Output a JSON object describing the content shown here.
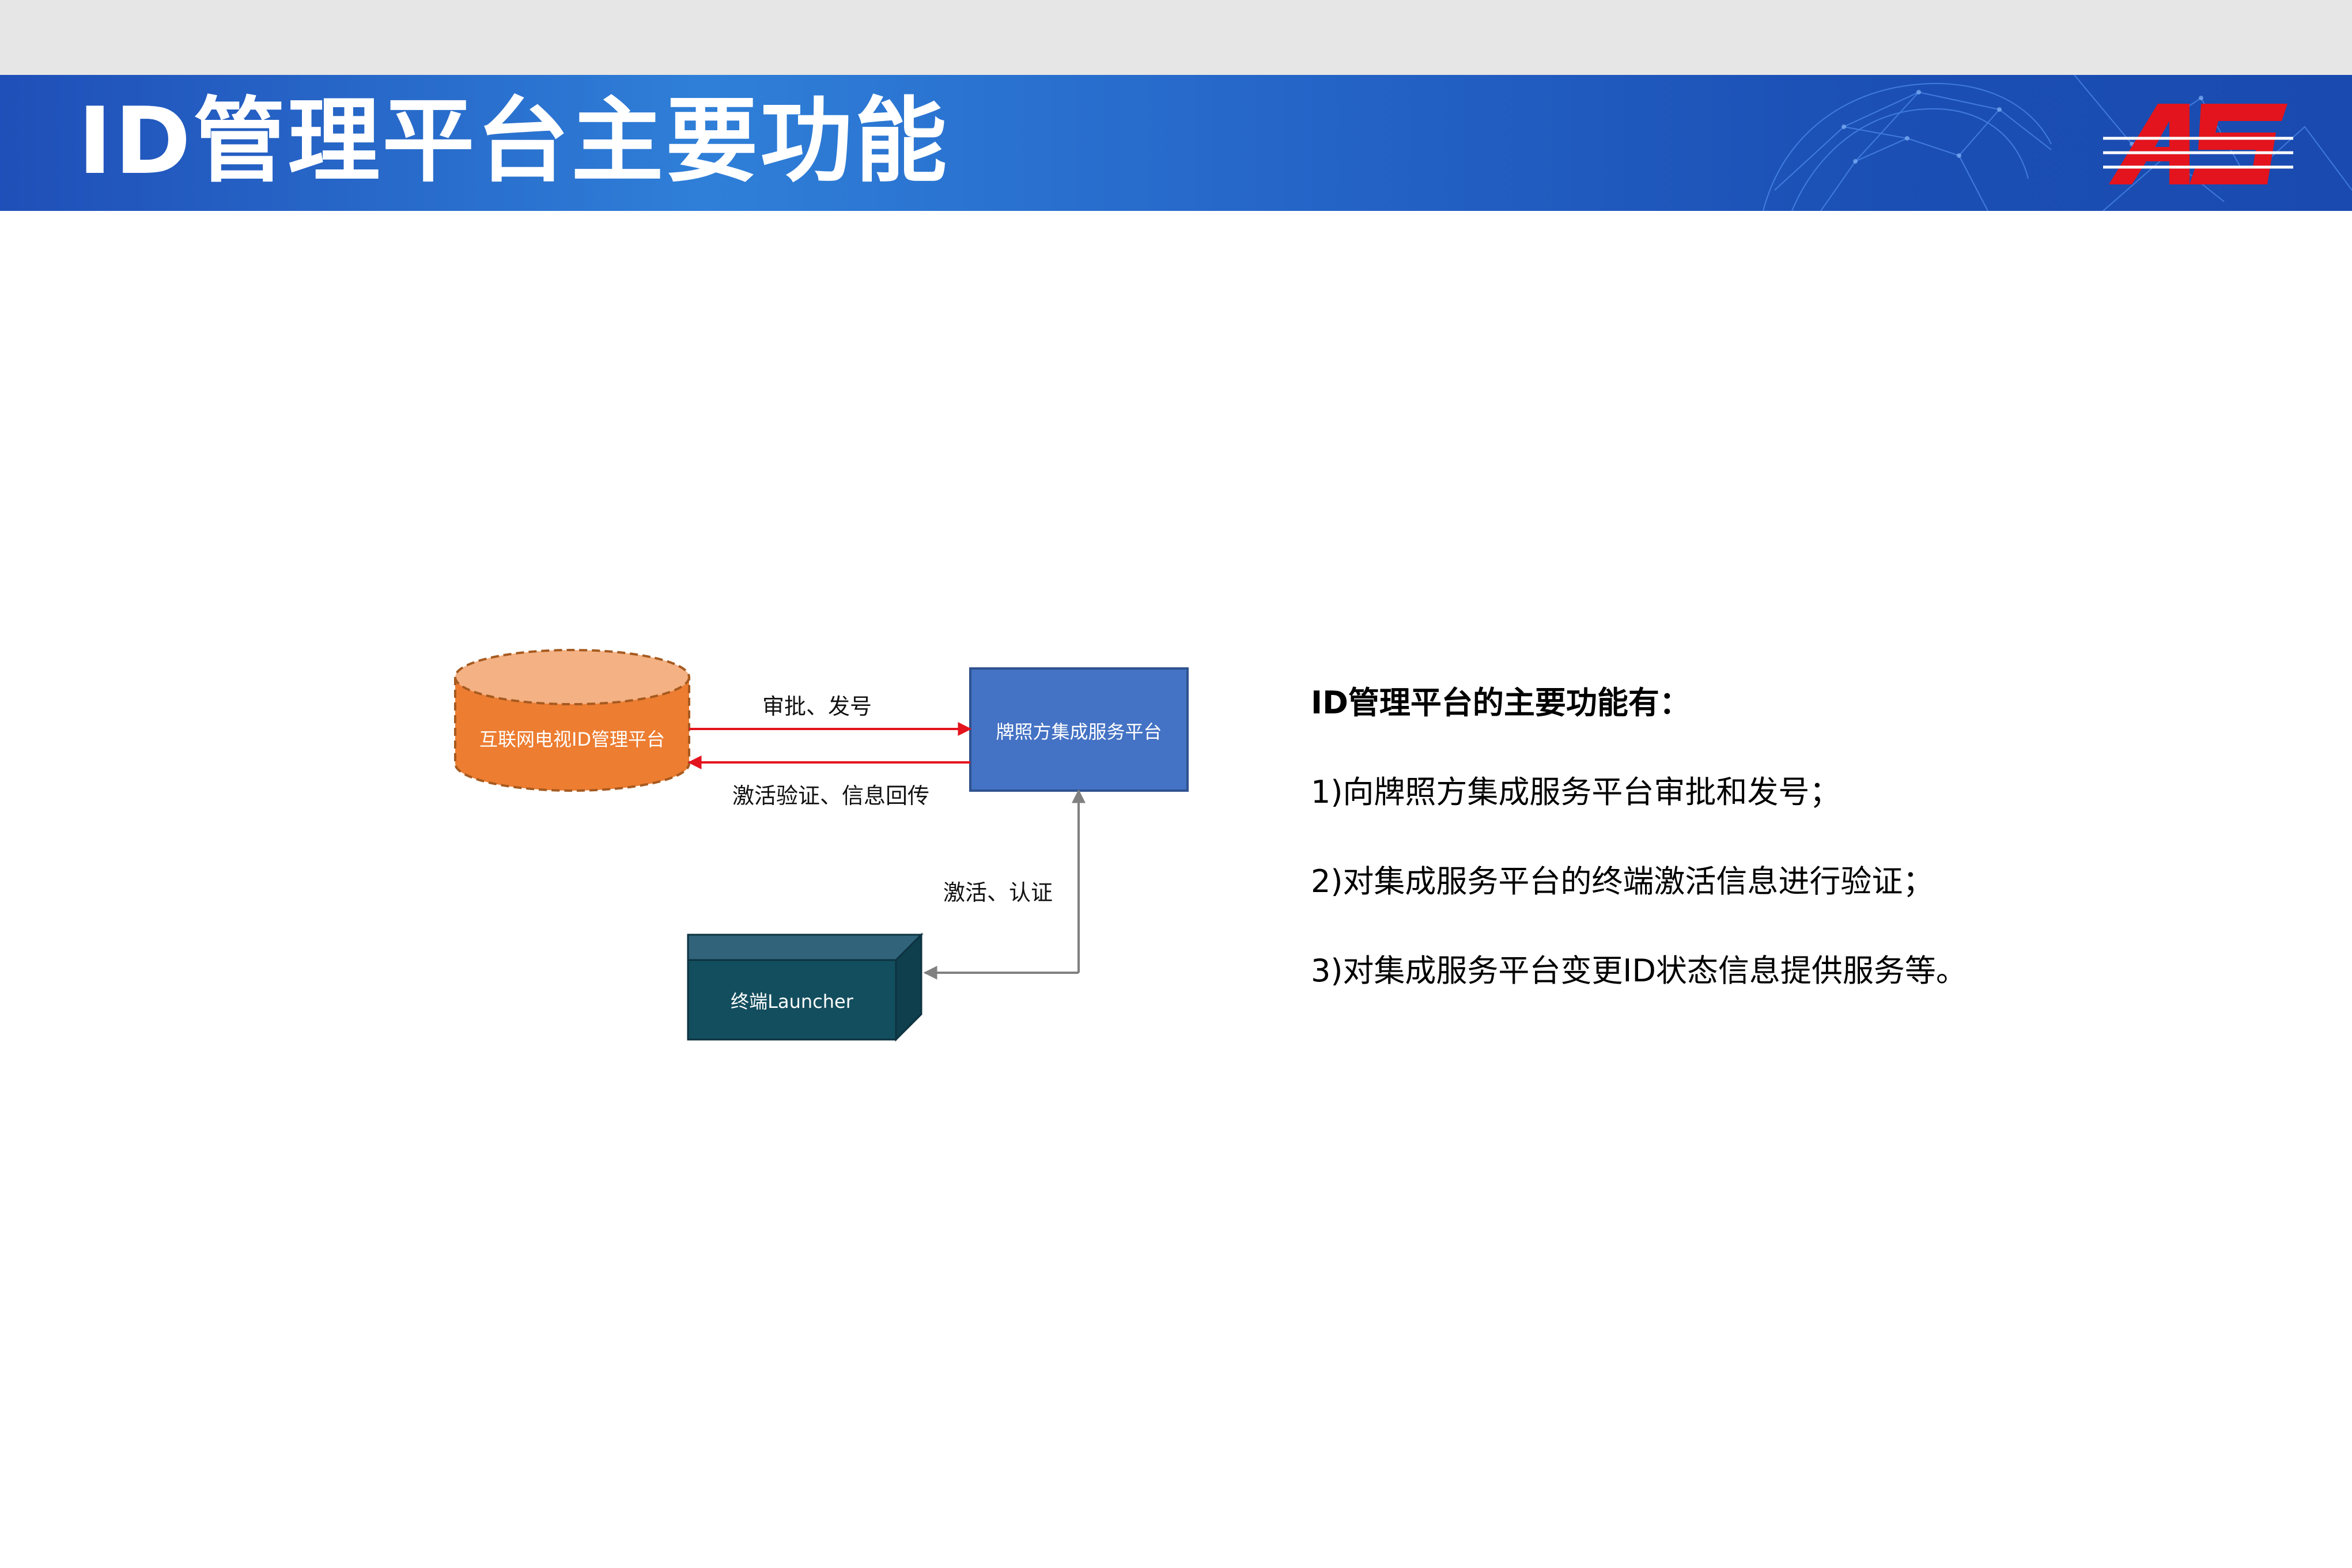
{
  "slide": {
    "title": "ID管理平台主要功能"
  },
  "diagram": {
    "nodes": {
      "db": "互联网电视ID管理平台",
      "platform": "牌照方集成服务平台",
      "terminal": "终端Launcher"
    },
    "edges": {
      "approve": "审批、发号",
      "activate_verify": "激活验证、信息回传",
      "activate_auth": "激活、认证"
    },
    "colors": {
      "db_fill": "#ed7d31",
      "db_top": "#f4b183",
      "platform_fill": "#4472c4",
      "terminal_fill": "#134e5e",
      "arrow_red": "#e3141d",
      "arrow_gray": "#808080"
    }
  },
  "description": {
    "heading": "ID管理平台的主要功能有：",
    "items": [
      "1)向牌照方集成服务平台审批和发号；",
      "2)对集成服务平台的终端激活信息进行验证；",
      "3)对集成服务平台变更ID状态信息提供服务等。"
    ]
  }
}
